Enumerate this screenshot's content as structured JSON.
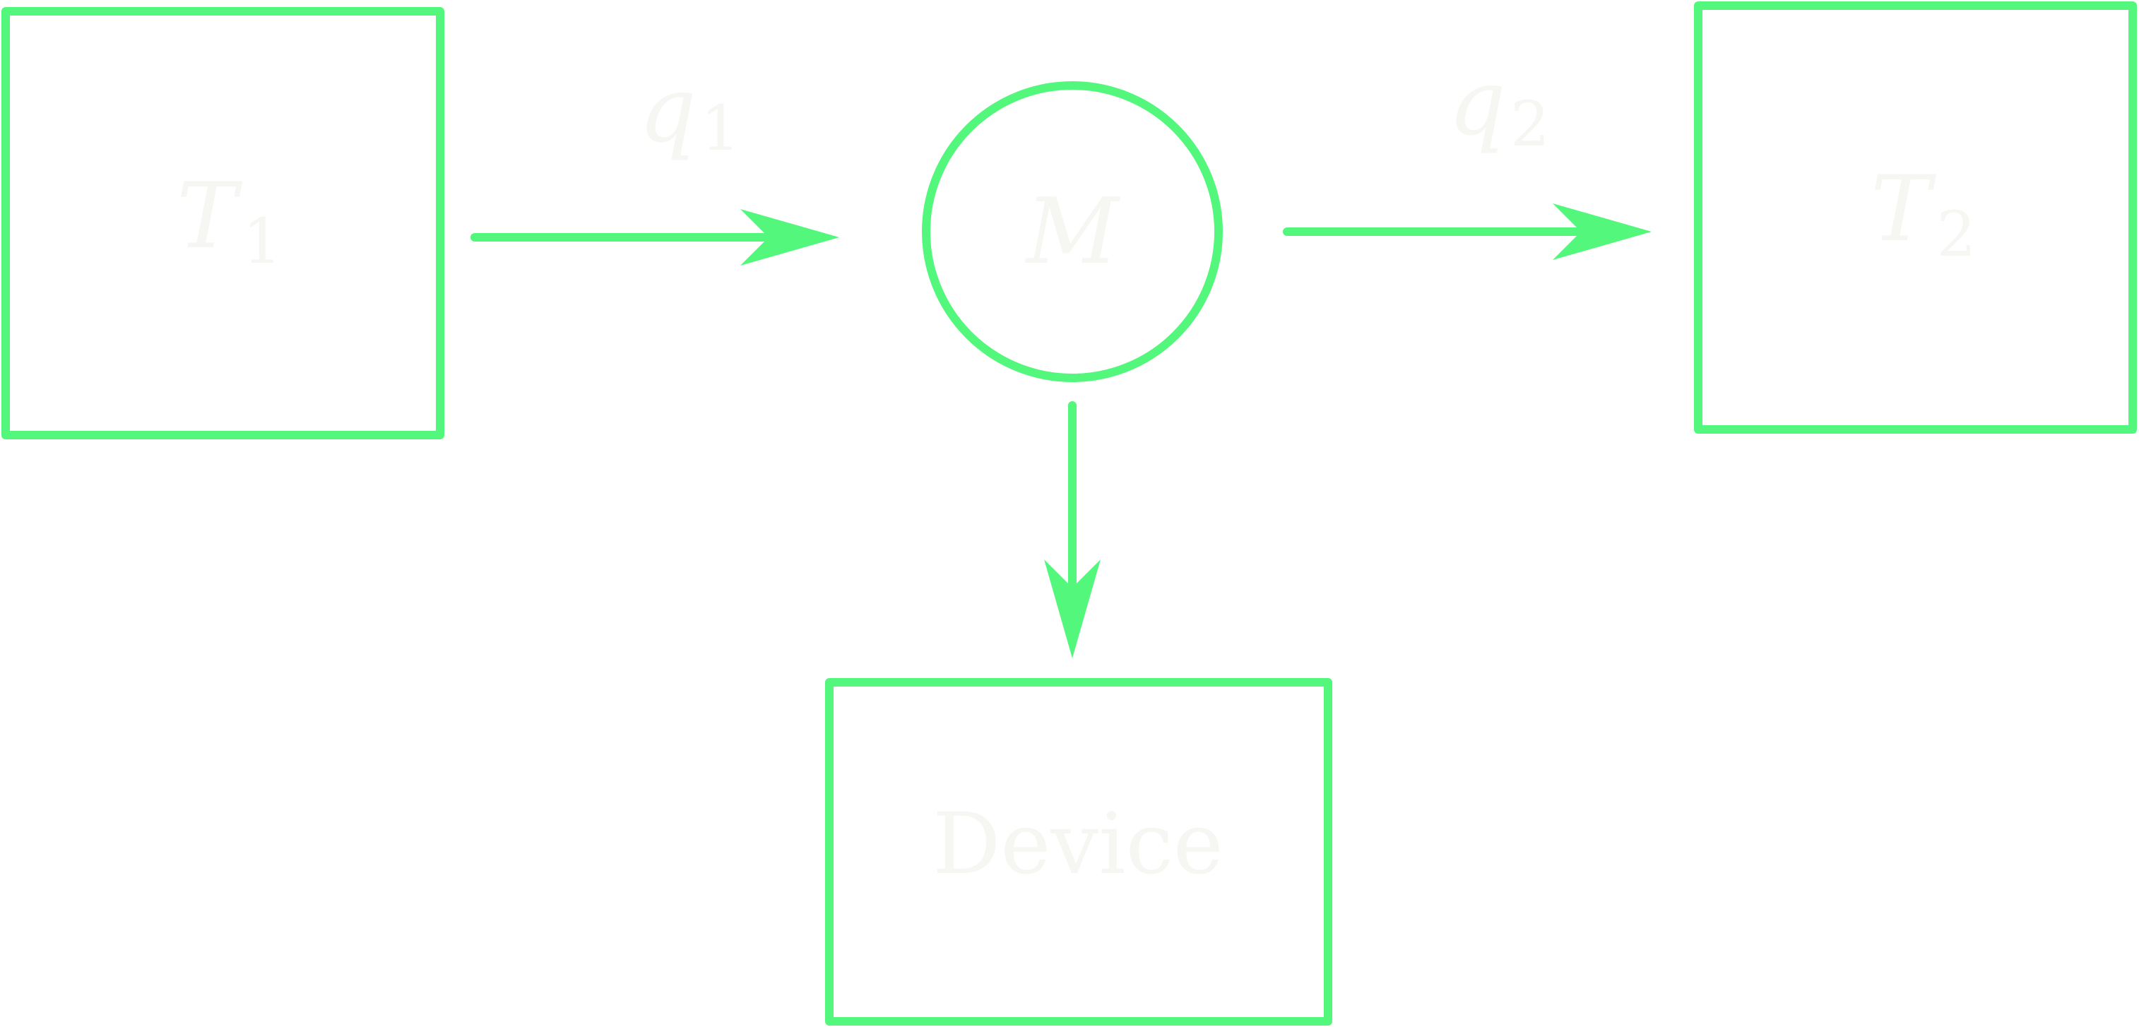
{
  "colors": {
    "stroke": "#52f77c",
    "text": "#f6f7f2",
    "background": "#ffffff"
  },
  "nodes": {
    "t1": {
      "main": "T",
      "sub": "1"
    },
    "m": {
      "main": "M"
    },
    "t2": {
      "main": "T",
      "sub": "2"
    },
    "device": {
      "label": "Device"
    }
  },
  "edges": {
    "q1": {
      "main": "q",
      "sub": "1"
    },
    "q2": {
      "main": "q",
      "sub": "2"
    }
  }
}
